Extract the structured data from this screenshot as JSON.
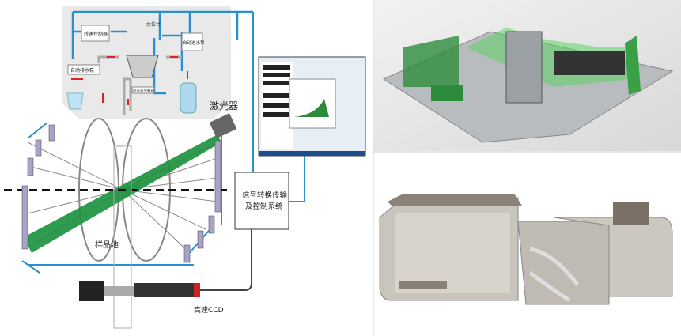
{
  "labels": {
    "speed_controller": "转速控制器",
    "water_level": "水位计",
    "auto_inlet_pump": "自动进水泵",
    "auto_drain_pump": "自动排水泵",
    "ultrasonic_disperser": "超声波分散器",
    "laser": "激光器",
    "sample_cell": "样品池",
    "signal_system_line1": "信号转换传输",
    "signal_system_line2": "及控制系统",
    "ccd": "高速CCD"
  },
  "colors": {
    "beam": "#1a8f3c",
    "wire": "#2a8fd0",
    "arrow": "#d22",
    "detector": "#a9a3cc"
  }
}
